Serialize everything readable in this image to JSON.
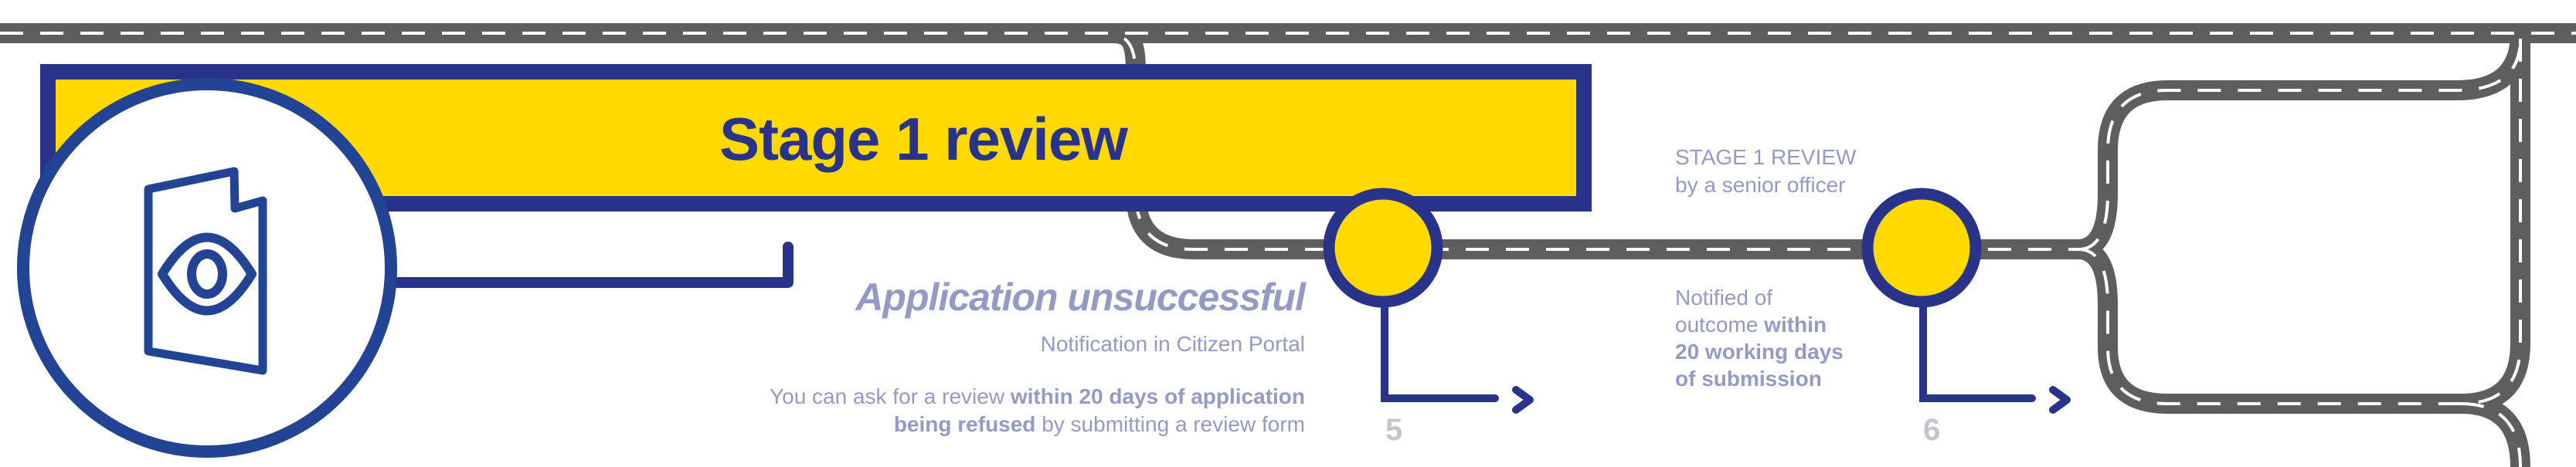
{
  "banner": {
    "title": "Stage 1 review"
  },
  "left_text": {
    "heading": "Application unsuccessful",
    "subheading": "Notification in Citizen Portal",
    "review_line1_pre": "You can ask for a review ",
    "review_line1_bold": "within 20 days of application",
    "review_line2_bold": "being refused",
    "review_line2_post": " by submitting a review form"
  },
  "stage_label": {
    "line1": "STAGE 1 REVIEW",
    "line2": "by a senior officer"
  },
  "notified": {
    "line1": "Notified of",
    "line2_pre": "outcome ",
    "line2_bold": "within",
    "line3_bold": "20 working days",
    "line4_bold": "of submission"
  },
  "steps": [
    {
      "number": "5"
    },
    {
      "number": "6"
    }
  ],
  "icons": {
    "stage": "document-eye-icon",
    "milestone": "yellow-circle-marker",
    "arrow": "chevron-right-icon"
  },
  "colors": {
    "navy": "#283389",
    "icon_blue": "#234494",
    "yellow": "#FFD900",
    "road": "#5e5e5e",
    "text": "#949ac6",
    "step_number": "#c3c5cd"
  }
}
